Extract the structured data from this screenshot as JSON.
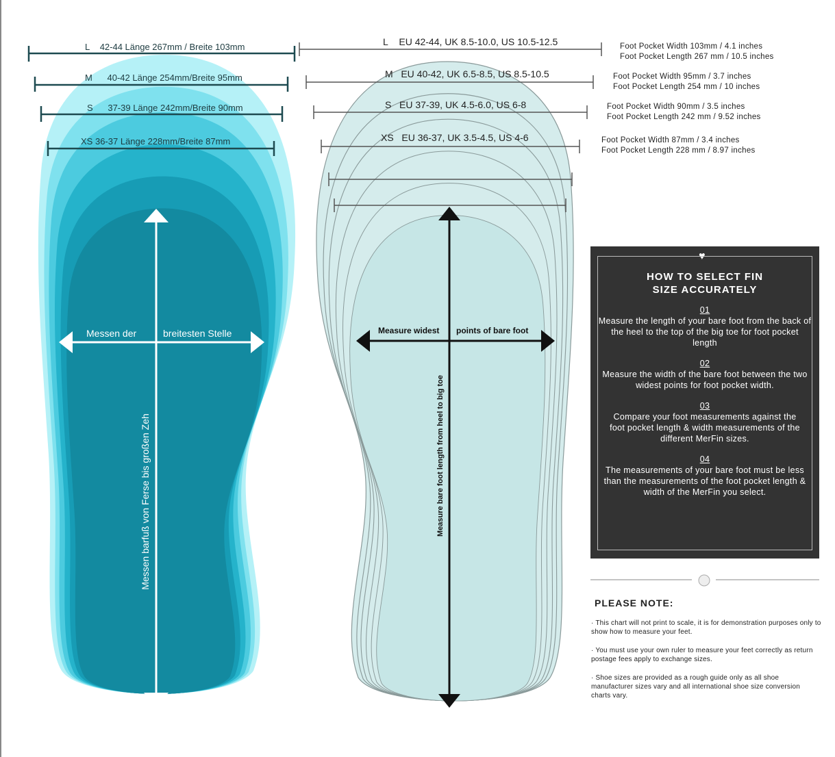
{
  "left_sizes": [
    {
      "size": "L",
      "text": "42-44  Länge 267mm / Breite 103mm"
    },
    {
      "size": "M",
      "text": "40-42  Länge 254mm/Breite 95mm"
    },
    {
      "size": "S",
      "text": "37-39 Länge 242mm/Breite 90mm"
    },
    {
      "size": "XS",
      "text": "36-37  Länge 228mm/Breite 87mm"
    }
  ],
  "right_sizes": [
    {
      "size": "L",
      "text": "EU 42-44, UK 8.5-10.0, US 10.5-12.5",
      "width": "Foot Pocket Width 103mm / 4.1 inches",
      "length": "Foot Pocket Length 267 mm / 10.5 inches"
    },
    {
      "size": "M",
      "text": "EU 40-42, UK 6.5-8.5, US 8.5-10.5",
      "width": "Foot Pocket Width 95mm / 3.7 inches",
      "length": "Foot Pocket Length 254 mm / 10 inches"
    },
    {
      "size": "S",
      "text": "EU 37-39, UK 4.5-6.0, US 6-8",
      "width": "Foot Pocket Width 90mm / 3.5 inches",
      "length": "Foot Pocket Length 242 mm / 9.52 inches"
    },
    {
      "size": "XS",
      "text": "EU 36-37, UK 3.5-4.5, US 4-6",
      "width": "Foot Pocket Width 87mm / 3.4 inches",
      "length": "Foot Pocket Length 228 mm / 8.97 inches"
    }
  ],
  "left_foot": {
    "width_left": "Messen der",
    "width_right": "breitesten Stelle",
    "length": "Messen barfuß von Ferse bis großen Zeh"
  },
  "right_foot": {
    "width_left": "Measure widest",
    "width_right": "points of bare foot",
    "length": "Measure bare foot length from heel to big toe"
  },
  "howto": {
    "title": "HOW TO SELECT FIN SIZE ACCURATELY",
    "steps": [
      {
        "num": "01",
        "text": "Measure the length of your bare foot from the back of the heel to the top of the big toe for foot pocket length"
      },
      {
        "num": "02",
        "text": "Measure the width of the bare foot between the two widest points for foot pocket width."
      },
      {
        "num": "03",
        "text": "Compare your foot measurements against the foot pocket length & width measurements of the different MerFin sizes."
      },
      {
        "num": "04",
        "text": "The measurements of your bare foot must be less than the measurements of the foot pocket length & width of the MerFin you select."
      }
    ]
  },
  "note": {
    "title": "PLEASE NOTE:",
    "items": [
      "·   This chart will not print to scale, it is for demonstration purposes only to show how to measure your feet.",
      "·  You must use your own ruler to measure your feet correctly as return postage fees apply to exchange sizes.",
      "·   Shoe sizes are provided as a rough guide only as all shoe manufacturer sizes vary and all international shoe size conversion charts vary."
    ]
  },
  "colors": {
    "cyan_layers": [
      "#b5f1f7",
      "#7fe1ee",
      "#4ccbdf",
      "#25b3cb",
      "#179cb5",
      "#138aa0"
    ],
    "pale": "#d5ecec",
    "box": "#333333"
  }
}
